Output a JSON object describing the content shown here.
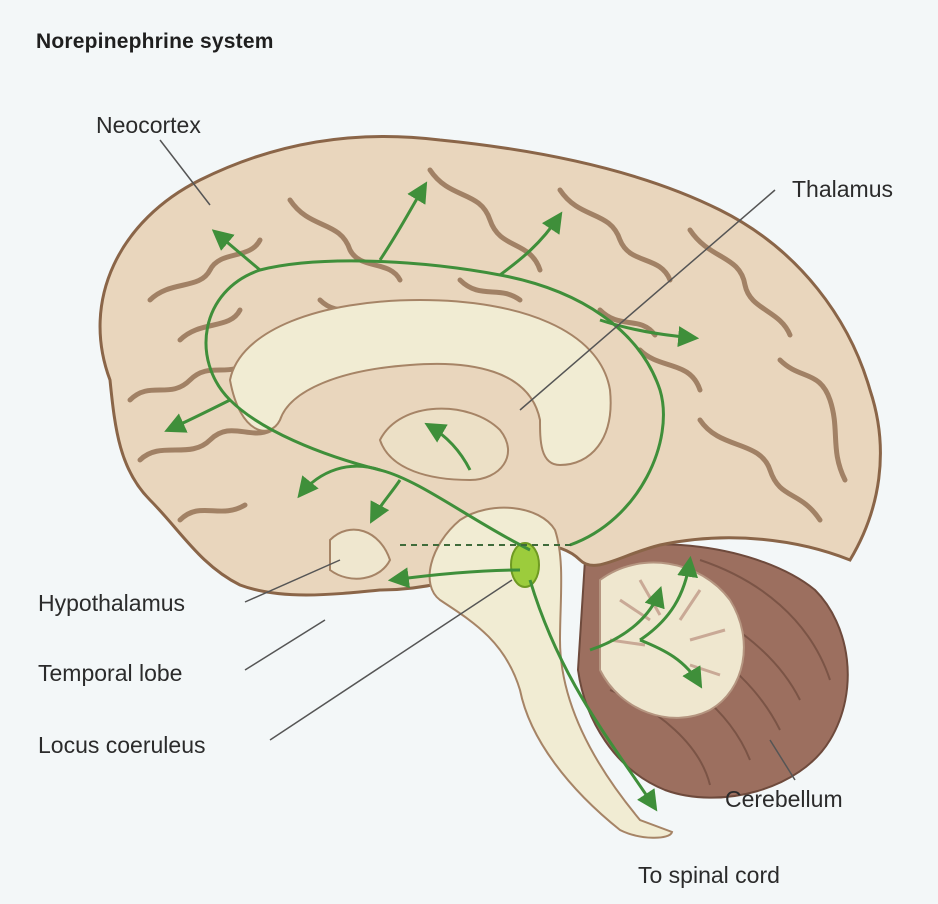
{
  "title": "Norepinephrine system",
  "labels": {
    "neocortex": "Neocortex",
    "thalamus": "Thalamus",
    "hypothalamus": "Hypothalamus",
    "temporal_lobe": "Temporal lobe",
    "locus_coeruleus": "Locus coeruleus",
    "cerebellum": "Cerebellum",
    "spinal_cord": "To spinal cord"
  },
  "colors": {
    "background": "#f3f7f8",
    "cortex": "#e9d6bd",
    "gyrus_line": "#8a6548",
    "brainstem": "#f1ecd3",
    "cerebellum": "#9c6f5f",
    "pathway": "#3f8f3a",
    "locus": "#9ccc3c",
    "leader_line": "#555555"
  }
}
